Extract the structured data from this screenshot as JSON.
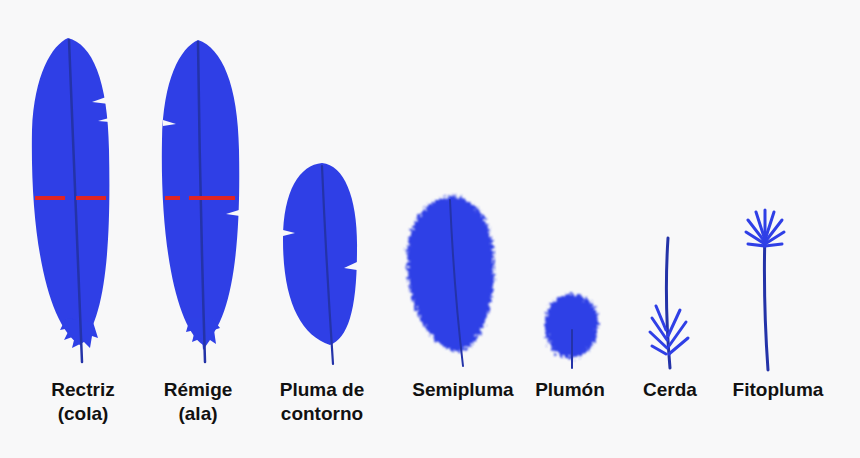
{
  "diagram": {
    "labels": [
      "Rectriz (cola)",
      "Rémige (ala)",
      "Pluma de contorno",
      "Semipluma",
      "Plumón",
      "Cerda",
      "Fitopluma"
    ]
  }
}
